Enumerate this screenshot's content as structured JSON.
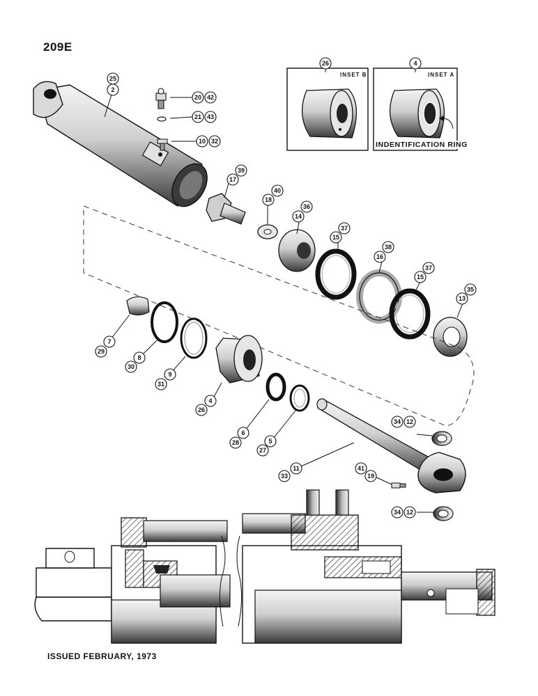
{
  "page_label": "209E",
  "footer_text": "ISSUED FEBRUARY, 1973",
  "inset_b": {
    "title": "INSET B",
    "callout": "26"
  },
  "inset_a": {
    "title": "INSET A",
    "callout": "4",
    "note": "INDENTIFICATION RING"
  },
  "callouts": [
    {
      "id": "c25",
      "label": "25"
    },
    {
      "id": "c2",
      "label": "2"
    },
    {
      "id": "c20",
      "label": "20"
    },
    {
      "id": "c42",
      "label": "42"
    },
    {
      "id": "c21",
      "label": "21"
    },
    {
      "id": "c43",
      "label": "43"
    },
    {
      "id": "c10",
      "label": "10"
    },
    {
      "id": "c32",
      "label": "32"
    },
    {
      "id": "c39",
      "label": "39"
    },
    {
      "id": "c17",
      "label": "17"
    },
    {
      "id": "c40",
      "label": "40"
    },
    {
      "id": "c18",
      "label": "18"
    },
    {
      "id": "c36",
      "label": "36"
    },
    {
      "id": "c14",
      "label": "14"
    },
    {
      "id": "c37a",
      "label": "37"
    },
    {
      "id": "c15a",
      "label": "15"
    },
    {
      "id": "c38",
      "label": "38"
    },
    {
      "id": "c16",
      "label": "16"
    },
    {
      "id": "c37b",
      "label": "37"
    },
    {
      "id": "c15b",
      "label": "15"
    },
    {
      "id": "c35",
      "label": "35"
    },
    {
      "id": "c13",
      "label": "13"
    },
    {
      "id": "c7",
      "label": "7"
    },
    {
      "id": "c29",
      "label": "29"
    },
    {
      "id": "c8",
      "label": "8"
    },
    {
      "id": "c30",
      "label": "30"
    },
    {
      "id": "c9",
      "label": "9"
    },
    {
      "id": "c31",
      "label": "31"
    },
    {
      "id": "c4",
      "label": "4"
    },
    {
      "id": "c26",
      "label": "26"
    },
    {
      "id": "c6",
      "label": "6"
    },
    {
      "id": "c28",
      "label": "28"
    },
    {
      "id": "c5",
      "label": "5"
    },
    {
      "id": "c27",
      "label": "27"
    },
    {
      "id": "c34a",
      "label": "34"
    },
    {
      "id": "c12a",
      "label": "12"
    },
    {
      "id": "c11",
      "label": "11"
    },
    {
      "id": "c33",
      "label": "33"
    },
    {
      "id": "c41",
      "label": "41"
    },
    {
      "id": "c19",
      "label": "19"
    },
    {
      "id": "c34b",
      "label": "34"
    },
    {
      "id": "c12b",
      "label": "12"
    }
  ]
}
